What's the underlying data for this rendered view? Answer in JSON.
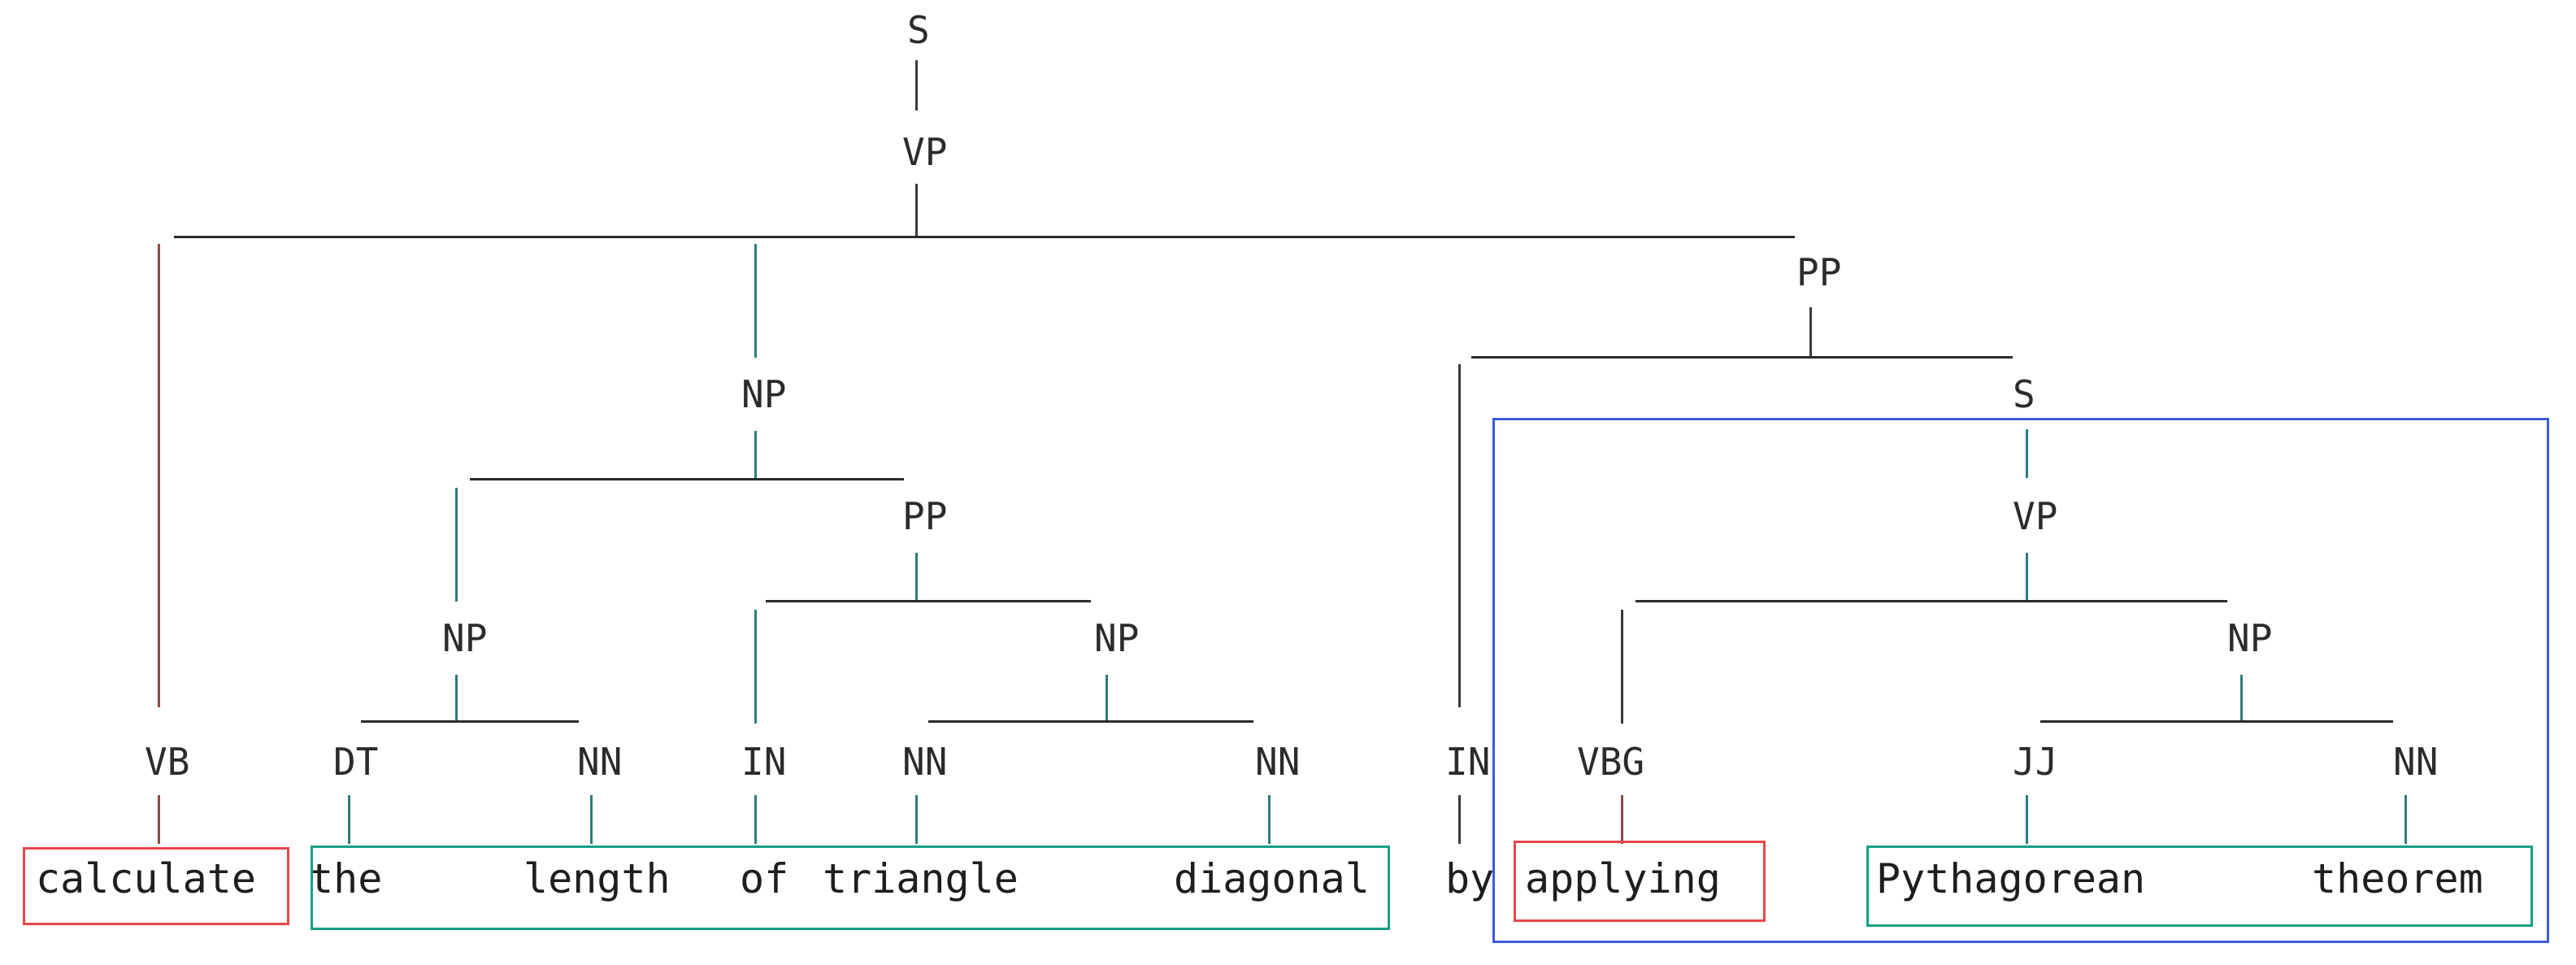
{
  "colors": {
    "background": "#ffffff",
    "text": "#2b2b2b",
    "pipe_brown": "#8b4a4a",
    "pipe_teal": "#2e7d7a",
    "pipe_dark": "#3a3a3a",
    "box_red": "#e8474a",
    "box_green": "#16a085",
    "box_blue": "#3b5bd9"
  },
  "tree": {
    "nodes": {
      "s_root": "S",
      "vp_root": "VP",
      "np_obj": "NP",
      "pp_by": "PP",
      "s_sub": "S",
      "np_left": "NP",
      "pp_of": "PP",
      "vp_sub": "VP",
      "np_right": "NP",
      "np_sub": "NP",
      "vb": "VB",
      "dt": "DT",
      "nn_length": "NN",
      "in_of": "IN",
      "nn_triangle": "NN",
      "nn_diagonal": "NN",
      "in_by": "IN",
      "vbg": "VBG",
      "jj": "JJ",
      "nn_theorem": "NN"
    },
    "words": {
      "calculate": "calculate",
      "the": "the",
      "length": "length",
      "of": "of",
      "triangle": "triangle",
      "diagonal": "diagonal",
      "by": "by",
      "applying": "applying",
      "pythagorean": "Pythagorean",
      "theorem": "theorem"
    }
  }
}
